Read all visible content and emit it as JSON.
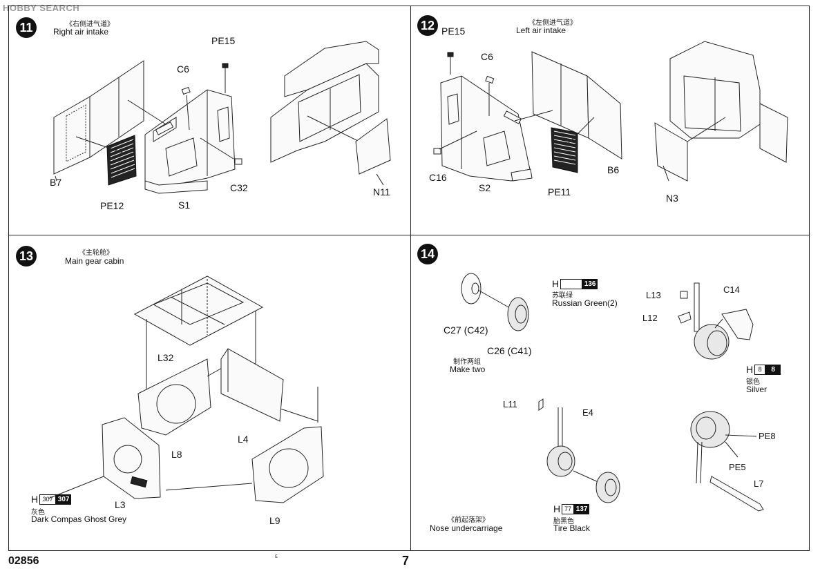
{
  "watermark": "HOBBY SEARCH",
  "footer": {
    "code": "02856",
    "page": "7",
    "mark": "ε"
  },
  "steps": {
    "s11": {
      "number": "11",
      "title_cn": "《右侧进气道》",
      "title_en": "Right air intake",
      "parts": {
        "pe15": "PE15",
        "c6": "C6",
        "b7": "B7",
        "pe12": "PE12",
        "s1": "S1",
        "c32": "C32",
        "n11": "N11"
      }
    },
    "s12": {
      "number": "12",
      "title_cn": "《左侧进气道》",
      "title_en": "Left air intake",
      "parts": {
        "pe15": "PE15",
        "c6": "C6",
        "c16": "C16",
        "s2": "S2",
        "pe11": "PE11",
        "b6": "B6",
        "n3": "N3"
      }
    },
    "s13": {
      "number": "13",
      "title_cn": "《主轮舱》",
      "title_en": "Main gear cabin",
      "parts": {
        "l32": "L32",
        "l8": "L8",
        "l4": "L4",
        "l3": "L3",
        "l9": "L9"
      },
      "paint": {
        "h": "H",
        "code_light": "307",
        "code_dark": "307",
        "cn": "灰色",
        "en": "Dark Compas Ghost Grey"
      }
    },
    "s14": {
      "number": "14",
      "title_cn": "《前起落架》",
      "parts": {
        "c27": "C27 (C42)",
        "c26": "C26 (C41)",
        "l13": "L13",
        "c14": "C14",
        "l12": "L12",
        "l11": "L11",
        "e4": "E4",
        "pe8": "PE8",
        "pe5": "PE5",
        "l7": "L7"
      },
      "make_two_cn": "制作两组",
      "make_two_en": "Make two",
      "nose_cn": "《前起落架》",
      "nose_en": "Nose undercarriage",
      "paint_green": {
        "h": "H",
        "code_dark": "136",
        "cn": "苏联绿",
        "en": "Russian Green(2)"
      },
      "paint_silver": {
        "h": "H",
        "code_light": "8",
        "code_dark": "8",
        "cn": "银色",
        "en": "Silver"
      },
      "paint_tire": {
        "h": "H",
        "code_light": "77",
        "code_dark": "137",
        "cn": "胎黑色",
        "en": "Tire Black"
      }
    }
  }
}
